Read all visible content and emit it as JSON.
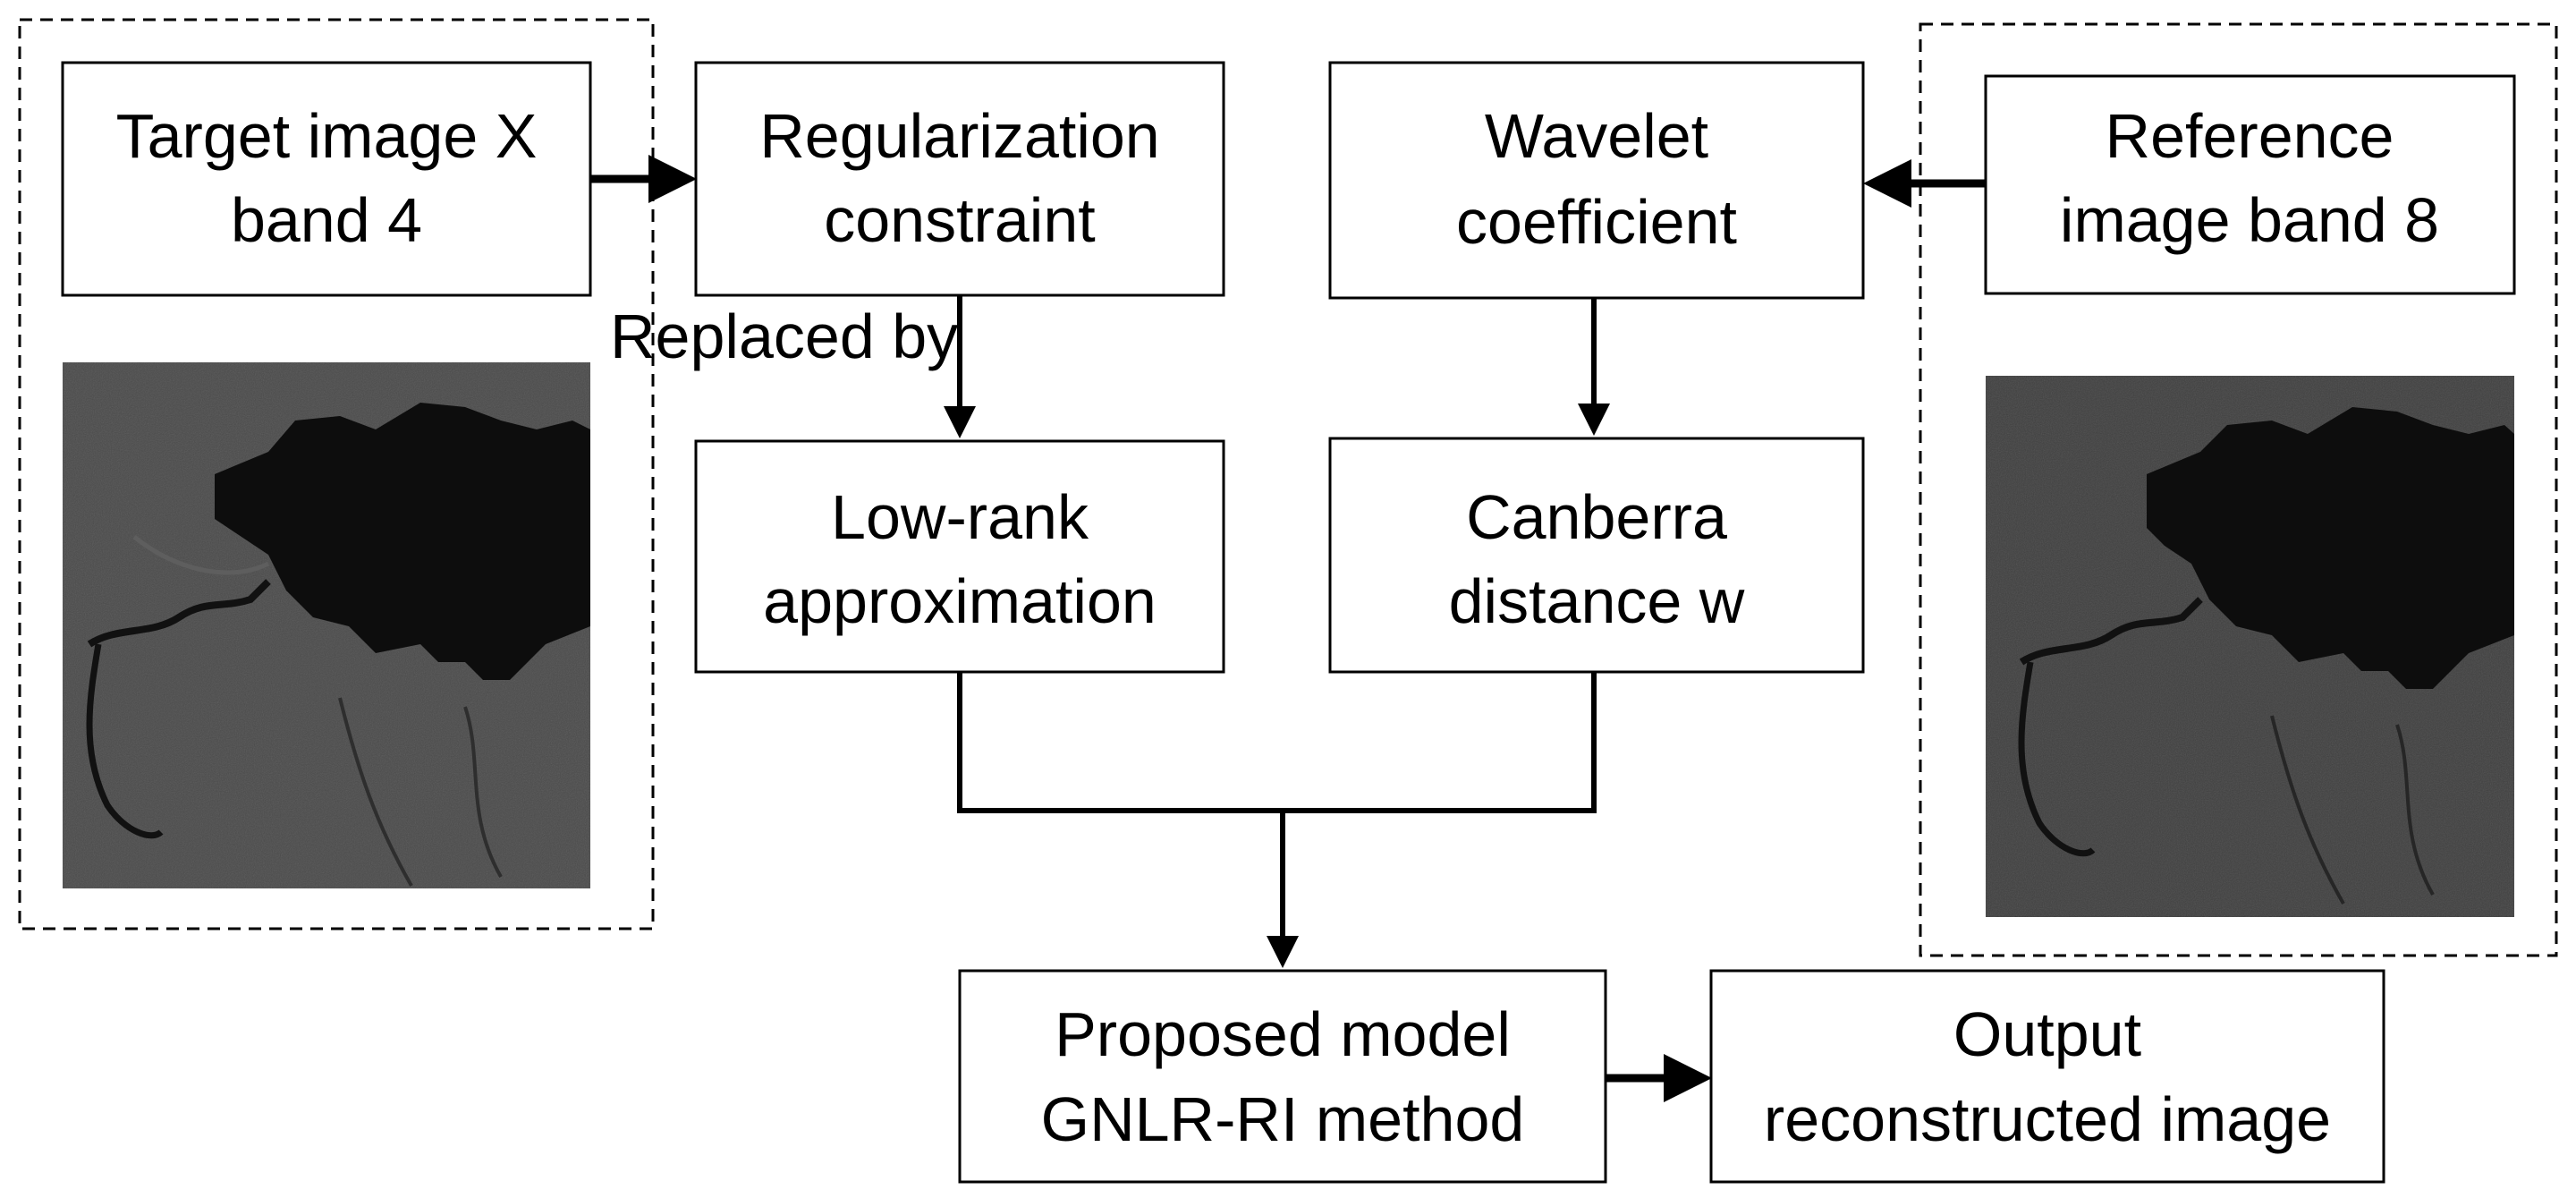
{
  "boxes": {
    "target": {
      "line1": "Target image X",
      "line2": "band 4"
    },
    "regularization": {
      "line1": "Regularization",
      "line2": "constraint"
    },
    "wavelet": {
      "line1": "Wavelet",
      "line2": "coefficient"
    },
    "reference": {
      "line1": "Reference",
      "line2": "image  band 8"
    },
    "lowrank": {
      "line1": "Low-rank",
      "line2": "approximation"
    },
    "canberra": {
      "line1": "Canberra",
      "line2": "distance w"
    },
    "proposed": {
      "line1": "Proposed model",
      "line2": "GNLR-RI method"
    },
    "output": {
      "line1": "Output",
      "line2": "reconstructed image"
    }
  },
  "edge_labels": {
    "replaced_by": "Replaced by"
  },
  "images": {
    "target": {
      "depicts": "satellite-band-4"
    },
    "reference": {
      "depicts": "satellite-band-8"
    }
  },
  "colors": {
    "line": "#000000",
    "background": "#ffffff",
    "image_land": "#4a4a4a",
    "image_water": "#0d0d0d"
  }
}
